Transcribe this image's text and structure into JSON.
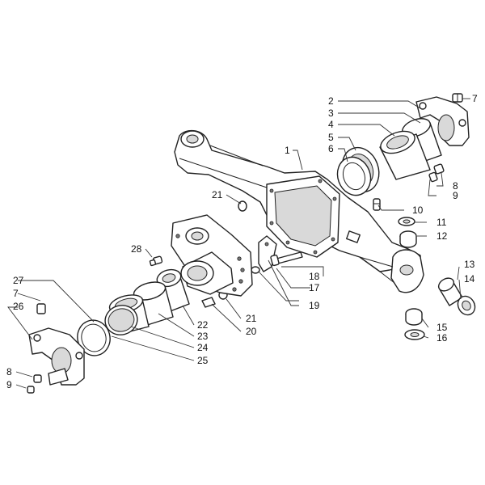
{
  "callouts": {
    "c1": "1",
    "c2": "2",
    "c3": "3",
    "c4": "4",
    "c5": "5",
    "c6": "6",
    "c7a": "7",
    "c8a": "8",
    "c9a": "9",
    "c10": "10",
    "c11": "11",
    "c12": "12",
    "c13": "13",
    "c14": "14",
    "c15": "15",
    "c16": "16",
    "c17": "17",
    "c18": "18",
    "c19": "19",
    "c20": "20",
    "c21a": "21",
    "c21b": "21",
    "c22": "22",
    "c23": "23",
    "c24": "24",
    "c25": "25",
    "c26": "26",
    "c27": "27",
    "c28": "28",
    "c7b": "7",
    "c8b": "8",
    "c9b": "9"
  }
}
